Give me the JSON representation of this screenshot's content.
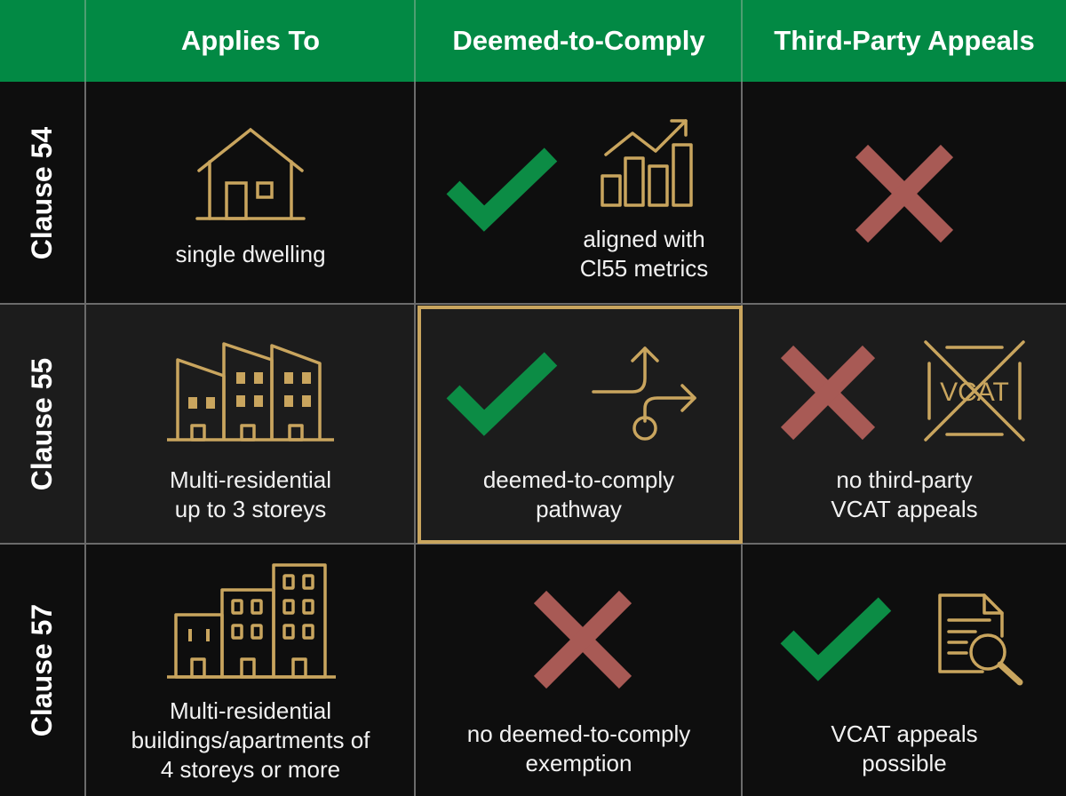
{
  "colors": {
    "header_bg": "#028944",
    "gold": "#c9a55e",
    "check_green": "#0c8c45",
    "cross_red": "#a85a55",
    "row_dark": "#0e0e0e",
    "row_mid": "#1c1c1c",
    "grid_line": "#6b6b6b"
  },
  "header": {
    "columns": [
      "",
      "Applies To",
      "Deemed-to-Comply",
      "Third-Party Appeals"
    ]
  },
  "rows": [
    {
      "label": "Clause 54",
      "applies_to": {
        "icon": "house-icon",
        "caption": "single dwelling"
      },
      "deemed_to_comply": {
        "status": "check-icon",
        "icon": "bar-chart-trend-icon",
        "caption_lines": [
          "aligned with",
          "Cl55 metrics"
        ]
      },
      "third_party_appeals": {
        "status": "cross-icon"
      }
    },
    {
      "label": "Clause 55",
      "applies_to": {
        "icon": "three-storey-buildings-icon",
        "caption_lines": [
          "Multi-residential",
          "up to 3 storeys"
        ]
      },
      "deemed_to_comply": {
        "status": "check-icon",
        "icon": "pathway-arrows-icon",
        "caption_lines": [
          "deemed-to-comply",
          "pathway"
        ],
        "highlighted": true
      },
      "third_party_appeals": {
        "status": "cross-icon",
        "icon": "vcat-crossed-out-icon",
        "icon_text": "VCAT",
        "caption_lines": [
          "no third-party",
          "VCAT appeals"
        ]
      }
    },
    {
      "label": "Clause 57",
      "applies_to": {
        "icon": "apartment-buildings-icon",
        "caption_lines": [
          "Multi-residential",
          "buildings/apartments of",
          "4 storeys or more"
        ]
      },
      "deemed_to_comply": {
        "status": "cross-icon",
        "caption_lines": [
          "no deemed-to-comply",
          "exemption"
        ]
      },
      "third_party_appeals": {
        "status": "check-icon",
        "icon": "document-search-icon",
        "caption_lines": [
          "VCAT appeals",
          "possible"
        ]
      }
    }
  ]
}
